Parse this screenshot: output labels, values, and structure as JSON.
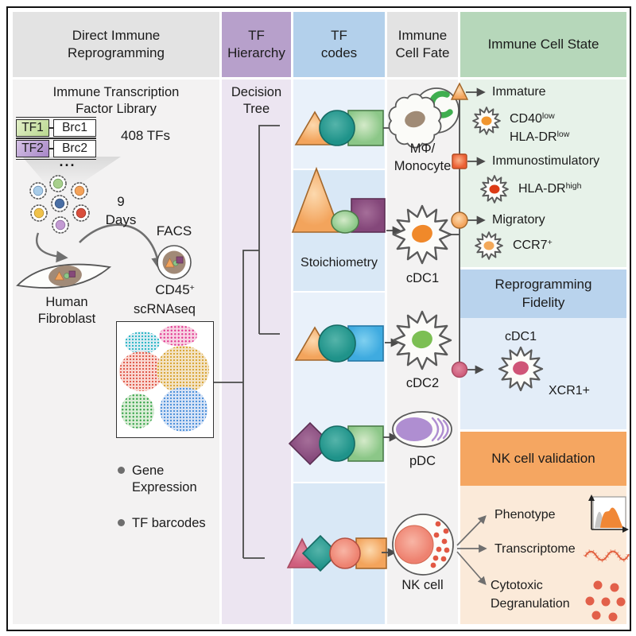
{
  "headers": {
    "reprogramming": [
      "Direct Immune",
      "Reprogramming"
    ],
    "hierarchy": [
      "TF",
      "Hierarchy"
    ],
    "codes": [
      "TF",
      "codes"
    ],
    "fate": [
      "Immune",
      "Cell Fate"
    ],
    "state": [
      "Immune Cell State"
    ]
  },
  "left_panel": {
    "library_title": [
      "Immune Transcription",
      "Factor Library"
    ],
    "construct1": {
      "tf": "TF1",
      "barcode": "Brc1"
    },
    "construct2": {
      "tf": "TF2",
      "barcode": "Brc2"
    },
    "tf_count": "408 TFs",
    "ellipsis": "...",
    "days": [
      "9",
      "Days"
    ],
    "facs_label": "FACS",
    "cd45": {
      "base": "CD45",
      "sup": "+"
    },
    "fibroblast_label": [
      "Human",
      "Fibroblast"
    ],
    "scrnaseq_label": "scRNAseq",
    "bullet1": "Gene Expression",
    "bullet2": "TF barcodes"
  },
  "hierarchy_panel": {
    "title": [
      "Decision",
      "Tree"
    ]
  },
  "tf_codes": {
    "stoichiometry_label": "Stoichiometry"
  },
  "cell_fate": {
    "mono_label": [
      "MΦ/",
      "Monocyte"
    ],
    "cdc1_label": "cDC1",
    "cdc2_label": "cDC2",
    "pdc_label": "pDC",
    "nk_label": "NK cell"
  },
  "cell_state": {
    "items": [
      {
        "label": "Immature",
        "markers": [
          {
            "base": "CD40",
            "sup": "low"
          },
          {
            "base": "HLA-DR",
            "sup": "low"
          }
        ]
      },
      {
        "label": "Immunostimulatory",
        "markers": [
          {
            "base": "HLA-DR",
            "sup": "high"
          }
        ]
      },
      {
        "label": "Migratory",
        "markers": [
          {
            "base": "CCR7",
            "sup": "+"
          }
        ]
      }
    ],
    "fidelity_header": [
      "Reprogramming",
      "Fidelity"
    ],
    "fidelity_cell_label": "cDC1",
    "fidelity_marker": "XCR1+",
    "nk_header": "NK cell validation",
    "nk_item1": "Phenotype",
    "nk_item2": "Transcriptome",
    "nk_item3": [
      "Cytotoxic",
      "Degranulation"
    ]
  },
  "palette": {
    "header_gray": "#e3e3e3",
    "header_purple": "#b7a0cb",
    "header_blue": "#b3d0eb",
    "header_green": "#b6d7ba",
    "body_gray": "#f3f2f2",
    "body_purple": "#ece5f1",
    "band_blue_light": "#e9f1fa",
    "band_blue_dark": "#d9e8f6",
    "state_green": "#e7f2e9",
    "fidelity_blue": "#b9d3ed",
    "fidelity_body": "#e3edf8",
    "nk_orange": "#f5a661",
    "nk_peach": "#fbead9",
    "shape_orange": "#f3a45c",
    "shape_teal": "#2a9a91",
    "shape_green": "#8cc788",
    "shape_plum": "#86497a",
    "shape_sky": "#3fabe0",
    "shape_pink": "#cf5e7d",
    "shape_salmon": "#ee8270",
    "line_gray": "#4a4a4a"
  }
}
